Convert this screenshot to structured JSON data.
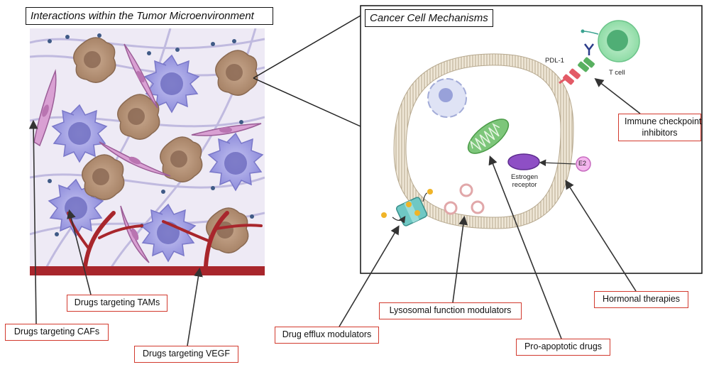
{
  "left_panel": {
    "title": "Interactions within the Tumor Microenvironment"
  },
  "right_panel": {
    "title": "Cancer Cell Mechanisms"
  },
  "labels": {
    "pdl1": "PDL-1",
    "tcell": "T cell",
    "e2": "E2",
    "estrogen_receptor_line1": "Estrogen",
    "estrogen_receptor_line2": "receptor"
  },
  "drug_boxes": {
    "tams": "Drugs targeting TAMs",
    "cafs": "Drugs targeting CAFs",
    "vegf": "Drugs targeting VEGF",
    "efflux": "Drug efflux modulators",
    "lysosomal": "Lysosomal function modulators",
    "proapoptotic": "Pro-apoptotic drugs",
    "hormonal": "Hormonal therapies",
    "immune_line1": "Immune checkpoint",
    "immune_line2": "inhibitors"
  },
  "colors": {
    "accent_red": "#d23a2e",
    "macrophage": "#a9a8e6",
    "fibroblast": "#d9a0d3",
    "tumor_cell": "#b8957a",
    "vessel": "#a8262c",
    "mitochondrion": "#7dc67a",
    "estrogen_receptor": "#8e4fc5",
    "tcell": "#8fdca6",
    "efflux_pump": "#6fc8c4"
  }
}
